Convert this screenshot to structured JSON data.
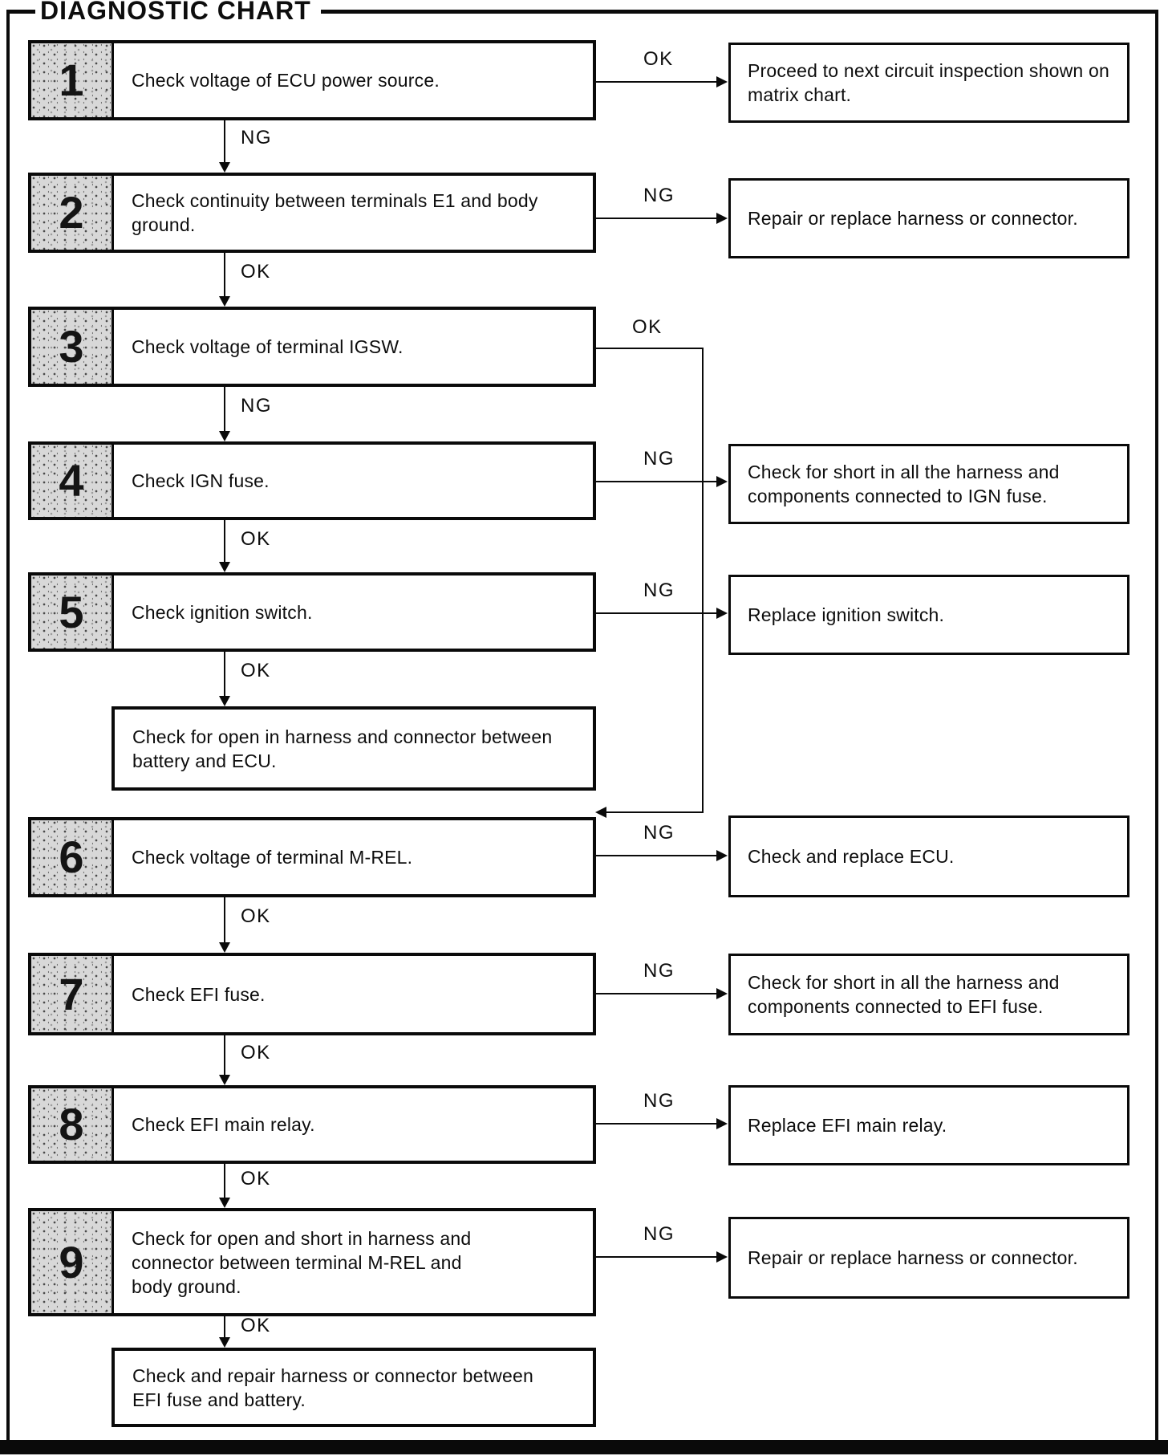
{
  "title": "DIAGNOSTIC CHART",
  "colors": {
    "ink": "#0a0a0a",
    "paper": "#ffffff",
    "badge_bg": "#d8d8d8"
  },
  "steps": [
    {
      "num": "1",
      "text": "Check voltage of ECU power source.",
      "down_label": "NG",
      "side_label": "OK"
    },
    {
      "num": "2",
      "text": "Check continuity between terminals E1 and body ground.",
      "down_label": "OK",
      "side_label": "NG"
    },
    {
      "num": "3",
      "text": "Check voltage of terminal IGSW.",
      "down_label": "NG",
      "side_label": "OK"
    },
    {
      "num": "4",
      "text": "Check IGN fuse.",
      "down_label": "OK",
      "side_label": "NG"
    },
    {
      "num": "5",
      "text": "Check ignition switch.",
      "down_label": "OK",
      "side_label": "NG"
    },
    {
      "num": "6",
      "text": "Check voltage of terminal M-REL.",
      "down_label": "OK",
      "side_label": "NG"
    },
    {
      "num": "7",
      "text": "Check EFI fuse.",
      "down_label": "OK",
      "side_label": "NG"
    },
    {
      "num": "8",
      "text": "Check EFI main relay.",
      "down_label": "OK",
      "side_label": "NG"
    },
    {
      "num": "9",
      "text": "Check for open and short in harness and connector between terminal M-REL and body ground.",
      "down_label": "OK",
      "side_label": "NG"
    }
  ],
  "plain_boxes": [
    {
      "text": "Check for open in harness and connector between battery and ECU."
    },
    {
      "text": "Check and repair harness or connector between EFI fuse and battery."
    }
  ],
  "results": [
    {
      "text": "Proceed to next circuit inspection shown on matrix chart."
    },
    {
      "text": "Repair or replace harness or connector."
    },
    {
      "text": "Check for short in all the harness and components connected to IGN fuse."
    },
    {
      "text": "Replace ignition switch."
    },
    {
      "text": "Check and replace ECU."
    },
    {
      "text": "Check for short in all the harness and components connected to EFI fuse."
    },
    {
      "text": "Replace EFI main relay."
    },
    {
      "text": "Repair or replace harness or connector."
    }
  ]
}
